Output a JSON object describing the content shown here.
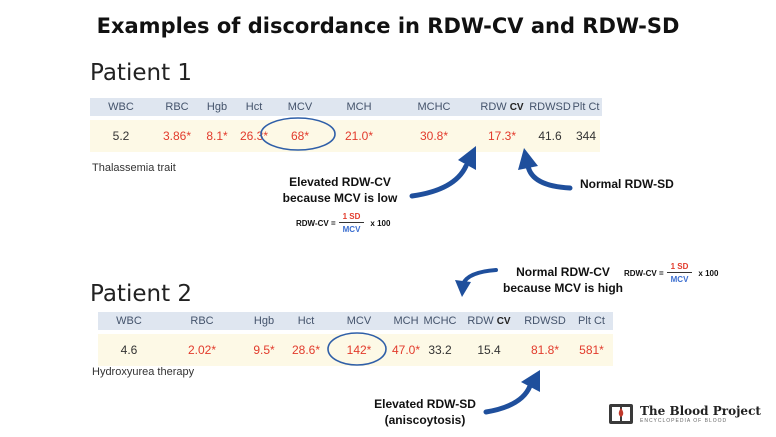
{
  "title": "Examples of discordance in RDW-CV and RDW-SD",
  "patient1": {
    "label": "Patient 1",
    "headers": [
      {
        "text": "WBC"
      },
      {
        "text": "RBC"
      },
      {
        "text": "Hgb"
      },
      {
        "text": "Hct"
      },
      {
        "text": "MCV"
      },
      {
        "text": "MCH"
      },
      {
        "text": "MCHC"
      },
      {
        "text": "RDW",
        "bold": "CV"
      },
      {
        "text": "RDWSD"
      },
      {
        "text": "Plt Ct"
      }
    ],
    "values": [
      {
        "text": "5.2",
        "abnormal": false
      },
      {
        "text": "3.86*",
        "abnormal": true
      },
      {
        "text": "8.1*",
        "abnormal": true
      },
      {
        "text": "26.3*",
        "abnormal": true
      },
      {
        "text": "68*",
        "abnormal": true
      },
      {
        "text": "21.0*",
        "abnormal": true
      },
      {
        "text": "30.8*",
        "abnormal": true
      },
      {
        "text": "17.3*",
        "abnormal": true
      },
      {
        "text": "41.6",
        "abnormal": false
      },
      {
        "text": "344",
        "abnormal": false
      }
    ],
    "note": "Thalassemia trait"
  },
  "patient2": {
    "label": "Patient 2",
    "headers": [
      {
        "text": "WBC"
      },
      {
        "text": "RBC"
      },
      {
        "text": "Hgb"
      },
      {
        "text": "Hct"
      },
      {
        "text": "MCV"
      },
      {
        "text": "MCH"
      },
      {
        "text": "MCHC"
      },
      {
        "text": "RDW",
        "bold": "CV"
      },
      {
        "text": "RDWSD"
      },
      {
        "text": "Plt Ct"
      }
    ],
    "values": [
      {
        "text": "4.6",
        "abnormal": false
      },
      {
        "text": "2.02*",
        "abnormal": true
      },
      {
        "text": "9.5*",
        "abnormal": true
      },
      {
        "text": "28.6*",
        "abnormal": true
      },
      {
        "text": "142*",
        "abnormal": true
      },
      {
        "text": "47.0*",
        "abnormal": true
      },
      {
        "text": "33.2",
        "abnormal": false
      },
      {
        "text": "15.4",
        "abnormal": false
      },
      {
        "text": "81.8*",
        "abnormal": true
      },
      {
        "text": "581*",
        "abnormal": true
      }
    ],
    "note": "Hydroxyurea therapy"
  },
  "annotations": {
    "elevated_cv_line1": "Elevated RDW-CV",
    "elevated_cv_line2": "because MCV is low",
    "normal_sd": "Normal RDW-SD",
    "normal_cv_line1": "Normal RDW-CV",
    "normal_cv_line2": "because MCV is high",
    "elevated_sd_line1": "Elevated RDW-SD",
    "elevated_sd_line2": "(aniscoytosis)"
  },
  "formula": {
    "lhs": "RDW-CV =",
    "numerator": "1 SD",
    "denominator": "MCV",
    "multiplier": "x 100"
  },
  "logo": {
    "name": "The Blood Project",
    "tagline": "ENCYCLOPEDIA OF BLOOD"
  },
  "colors": {
    "abnormal": "#e23b2c",
    "header_bg": "#dfe6f0",
    "values_bg": "#fdf9e6",
    "circle": "#2f5fa8",
    "arrow": "#1f4f9c",
    "denominator": "#3c6fd0"
  }
}
